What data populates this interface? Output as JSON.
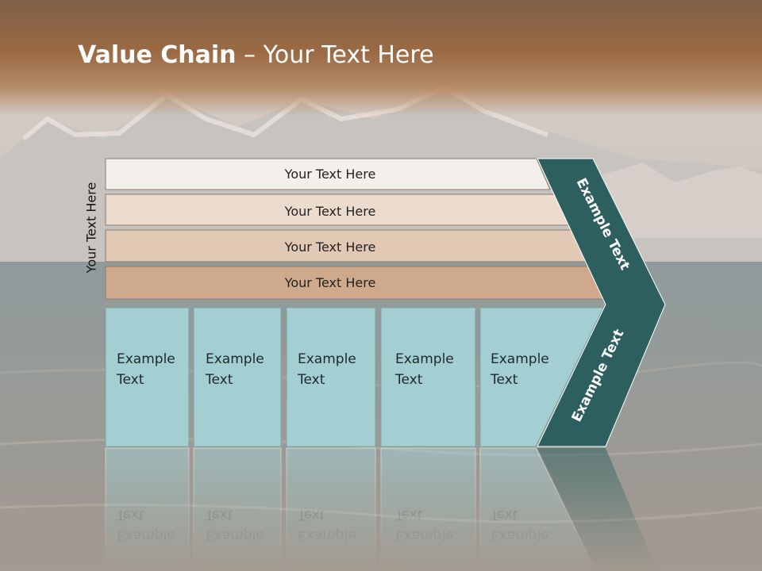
{
  "slide": {
    "title_bold": "Value Chain",
    "title_rest": " – Your Text Here",
    "side_label": "Your Text Here"
  },
  "bands": [
    {
      "label": "Your Text Here",
      "color": "#f3efea"
    },
    {
      "label": "Your Text Here",
      "color": "#ecdccd"
    },
    {
      "label": "Your Text Here",
      "color": "#e2c9b5"
    },
    {
      "label": "Your Text Here",
      "color": "#cfa98c"
    }
  ],
  "boxes": [
    {
      "line1": "Example",
      "line2": "Text"
    },
    {
      "line1": "Example",
      "line2": "Text"
    },
    {
      "line1": "Example",
      "line2": "Text"
    },
    {
      "line1": "Example",
      "line2": "Text"
    },
    {
      "line1": "Example",
      "line2": "Text"
    }
  ],
  "chevron": {
    "upper_text": "Example Text",
    "lower_text": "Example Text",
    "color": "#2e5f5f"
  },
  "colors": {
    "box_fill": "#a3cfd2",
    "title_band": "#9a6a44"
  }
}
